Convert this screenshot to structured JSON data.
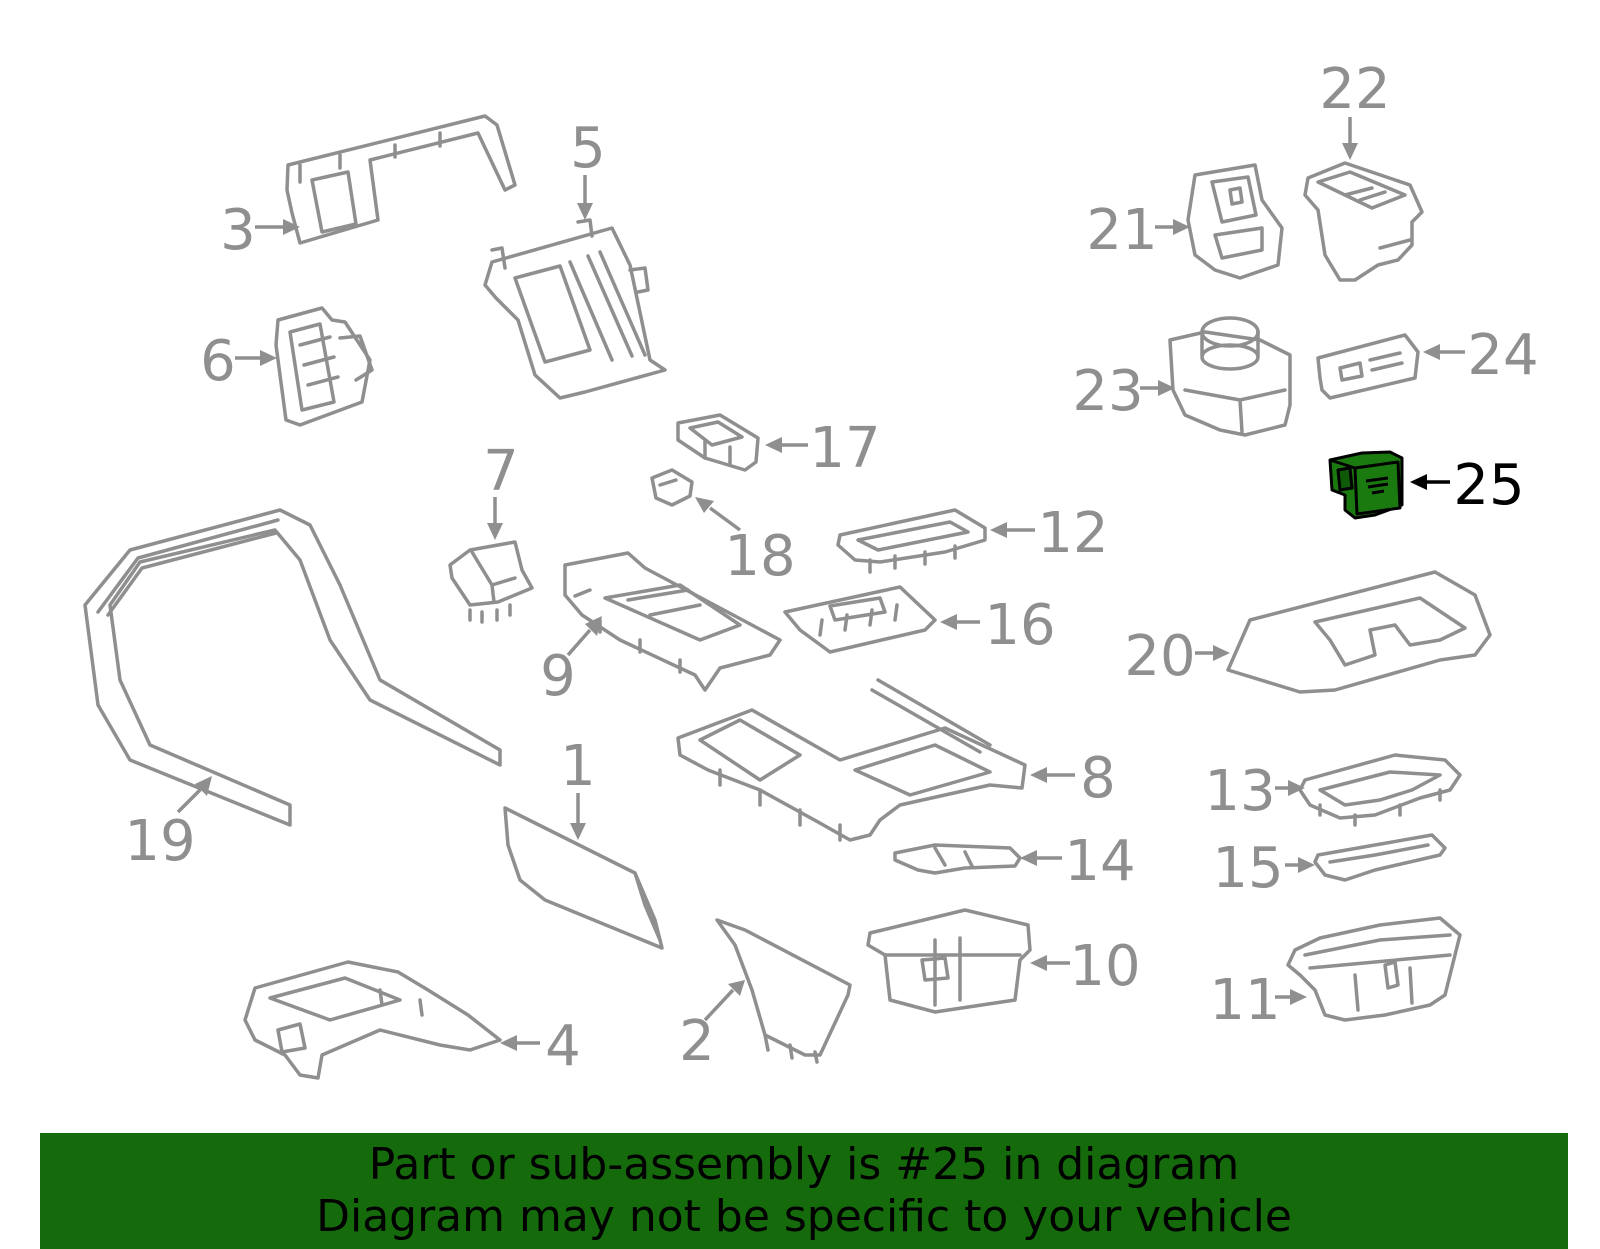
{
  "callouts": {
    "c1": "1",
    "c2": "2",
    "c3": "3",
    "c4": "4",
    "c5": "5",
    "c6": "6",
    "c7": "7",
    "c8": "8",
    "c9": "9",
    "c10": "10",
    "c11": "11",
    "c12": "12",
    "c13": "13",
    "c14": "14",
    "c15": "15",
    "c16": "16",
    "c17": "17",
    "c18": "18",
    "c19": "19",
    "c20": "20",
    "c21": "21",
    "c22": "22",
    "c23": "23",
    "c24": "24",
    "c25": "25"
  },
  "highlighted_part": "25",
  "colors": {
    "line_gray": "#8f8f8f",
    "highlight_green": "#1a7a10",
    "banner_green": "#156b0c",
    "text_black": "#000000"
  },
  "banner": {
    "line1": "Part or sub-assembly is #25 in diagram",
    "line2": "Diagram may not be specific to your vehicle"
  }
}
